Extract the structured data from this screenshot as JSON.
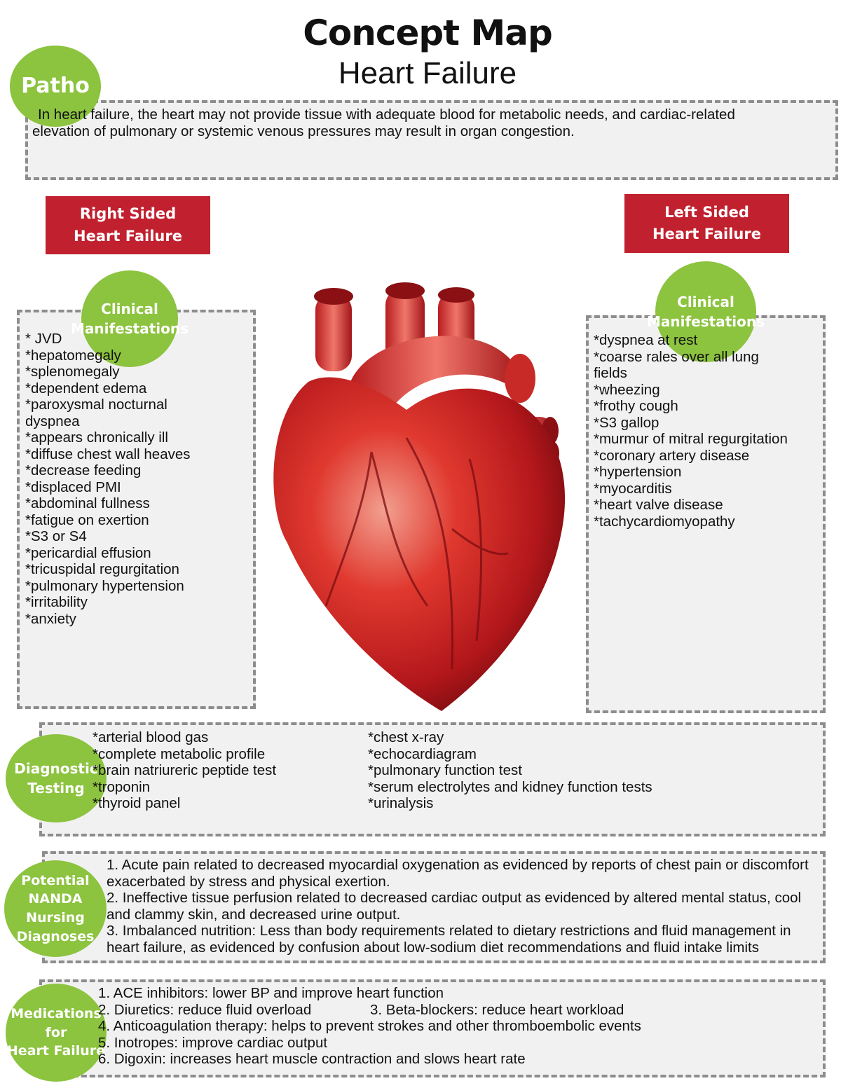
{
  "header": {
    "title": "Concept Map",
    "subtitle": "Heart Failure"
  },
  "patho": {
    "label": "Patho",
    "text": "In heart failure, the heart may not provide tissue with adequate blood for metabolic needs, and cardiac-related elevation of pulmonary or systemic venous pressures may result in organ congestion."
  },
  "right_sided": {
    "title": "Right Sided\nHeart Failure",
    "circle": "Clinical\nManifestations",
    "items": [
      "* JVD",
      "*hepatomegaly",
      "*splenomegaly",
      "*dependent edema",
      "*paroxysmal nocturnal",
      "dyspnea",
      "*appears chronically ill",
      "*diffuse chest wall heaves",
      "*decrease feeding",
      "*displaced PMI",
      "*abdominal fullness",
      "*fatigue on exertion",
      "*S3 or S4",
      "*pericardial effusion",
      "*tricuspidal regurgitation",
      "*pulmonary hypertension",
      "*irritability",
      "*anxiety"
    ]
  },
  "left_sided": {
    "title": "Left Sided\nHeart Failure",
    "circle": "Clinical\nManifestations",
    "items": [
      "*dyspnea at rest",
      "*coarse rales over all lung",
      "fields",
      "*wheezing",
      "*frothy cough",
      "*S3 gallop",
      "*murmur of mitral regurgitation",
      "*coronary artery disease",
      "*hypertension",
      "*myocarditis",
      "*heart valve disease",
      "*tachycardiomyopathy"
    ]
  },
  "diagnostic": {
    "label": "Diagnostic\nTesting",
    "col1": [
      "*arterial blood gas",
      "*complete metabolic profile",
      "*brain natriureric peptide test",
      "*troponin",
      "*thyroid panel"
    ],
    "col2": [
      "*chest x-ray",
      "*echocardiagram",
      "*pulmonary function test",
      "*serum electrolytes and kidney function tests",
      "*urinalysis"
    ]
  },
  "nanda": {
    "label": "Potential\nNANDA Nursing\nDiagnoses",
    "items": [
      "1. Acute pain related to decreased myocardial oxygenation as evidenced by reports of chest pain or discomfort exacerbated by stress and physical exertion.",
      "2. Ineffective tissue perfusion related to decreased cardiac output as evidenced by altered mental status, cool and clammy skin, and decreased urine output.",
      "3. Imbalanced nutrition: Less than body requirements related to dietary restrictions and fluid management in heart failure, as evidenced by confusion about low-sodium diet recommendations and fluid intake limits"
    ]
  },
  "medications": {
    "label": "Medications\nfor\nHeart Failure",
    "line1": "1. ACE inhibitors: lower BP and improve heart function",
    "line2a": "2. Diuretics: reduce fluid overload",
    "line2b": "3. Beta-blockers: reduce heart workload",
    "line3": "4. Anticoagulation therapy: helps to prevent strokes and other thromboembolic events",
    "line4": "5. Inotropes: improve cardiac output",
    "line5": "6. Digoxin: increases heart muscle contraction and slows heart rate"
  },
  "colors": {
    "green": "#8cc33f",
    "red": "#c1202f",
    "box_bg": "#f2f1f2",
    "dash": "#8d8d8d"
  }
}
